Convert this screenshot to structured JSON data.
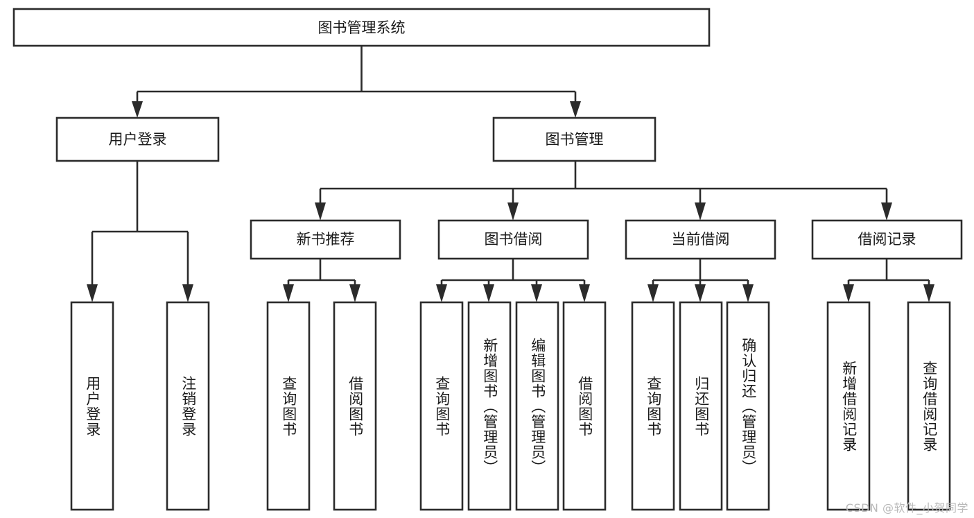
{
  "diagram": {
    "title": "图书管理系统",
    "type": "hierarchy-tree",
    "orientation": "top-down",
    "colors": {
      "box_stroke": "#2b2b2b",
      "box_fill": "#ffffff",
      "text": "#1a1a1a",
      "background": "#ffffff",
      "watermark": "#b9b9b9"
    },
    "root": {
      "label": "图书管理系统"
    },
    "level2": [
      {
        "label": "用户登录"
      },
      {
        "label": "图书管理"
      }
    ],
    "level3": [
      {
        "label": "新书推荐"
      },
      {
        "label": "图书借阅"
      },
      {
        "label": "当前借阅"
      },
      {
        "label": "借阅记录"
      }
    ],
    "leaves": {
      "user_login": [
        {
          "label": "用户登录"
        },
        {
          "label": "注销登录"
        }
      ],
      "new_book_recommend": [
        {
          "label": "查询图书"
        },
        {
          "label": "借阅图书"
        }
      ],
      "book_borrow": [
        {
          "label": "查询图书"
        },
        {
          "label": "新增图书（管理员）"
        },
        {
          "label": "编辑图书（管理员）"
        },
        {
          "label": "借阅图书"
        }
      ],
      "current_borrow": [
        {
          "label": "查询图书"
        },
        {
          "label": "归还图书"
        },
        {
          "label": "确认归还（管理员）"
        }
      ],
      "borrow_record": [
        {
          "label": "新增借阅记录"
        },
        {
          "label": "查询借阅记录"
        }
      ]
    }
  },
  "watermark": {
    "text": "CSDN @软件_小贺同学"
  }
}
